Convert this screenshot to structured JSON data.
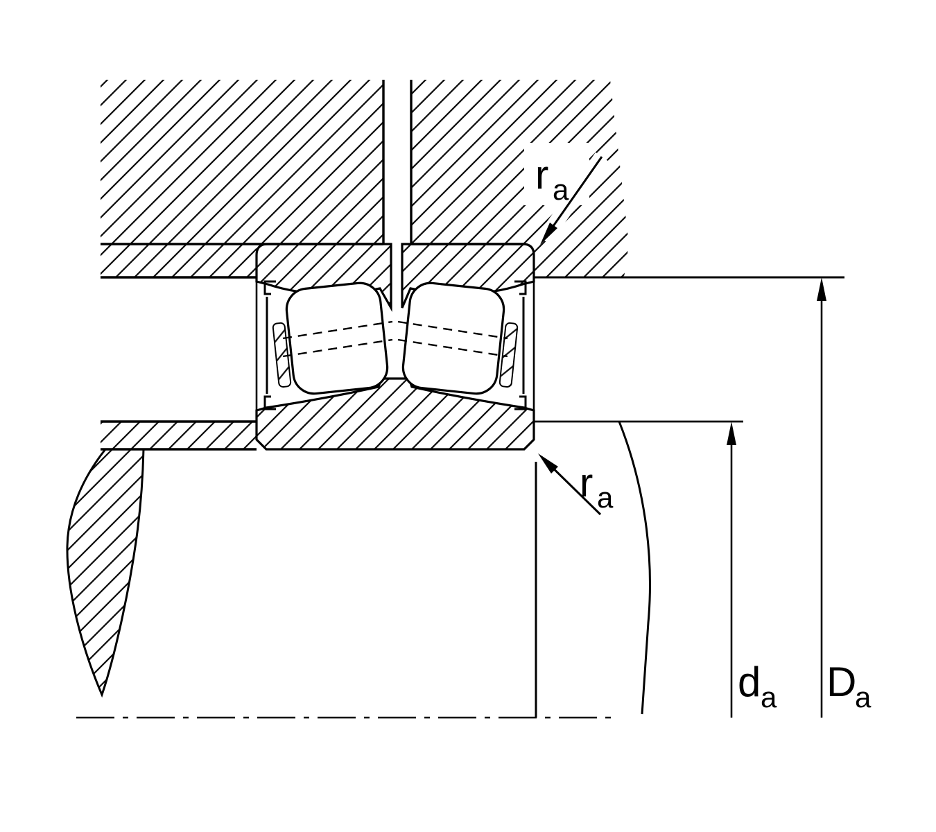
{
  "figure": {
    "kind": "bearing-abutment-cross-section",
    "background": "#ffffff",
    "line_color": "#000000",
    "annotations": {
      "housing_fillet": {
        "symbol": "r",
        "subscript": "a"
      },
      "shaft_fillet": {
        "symbol": "r",
        "subscript": "a"
      },
      "shaft_abutment_diameter": {
        "symbol": "d",
        "subscript": "a"
      },
      "housing_abutment_diameter": {
        "symbol": "D",
        "subscript": "a"
      }
    }
  }
}
